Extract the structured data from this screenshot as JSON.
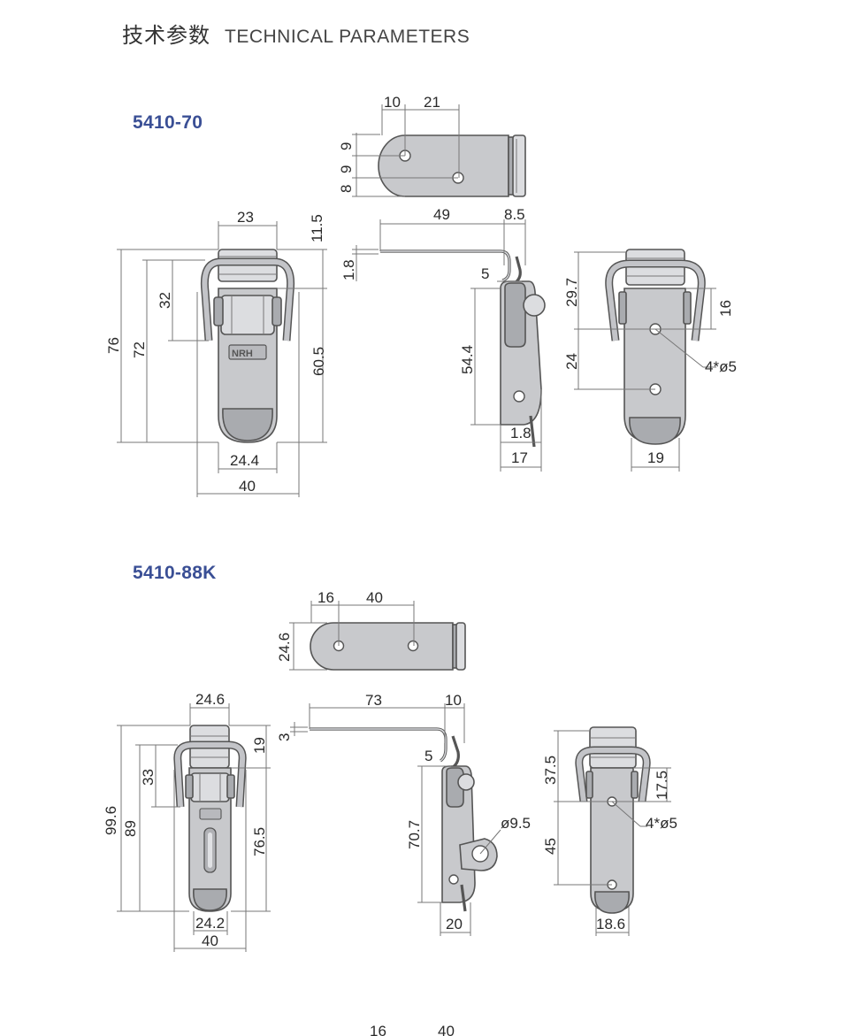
{
  "header": {
    "title_cn": "技术参数",
    "title_en": "TECHNICAL PARAMETERS"
  },
  "models": [
    {
      "name": "5410-70",
      "dims": {
        "plate_d1": "10",
        "plate_d2": "21",
        "plate_h1": "9",
        "plate_h2": "9",
        "plate_h3": "8",
        "front_top": "23",
        "front_total": "76",
        "front_72": "72",
        "front_32": "32",
        "front_115": "11.5",
        "front_605": "60.5",
        "front_244": "24.4",
        "front_40": "40",
        "side_49": "49",
        "side_85": "8.5",
        "side_18a": "1.8",
        "side_5": "5",
        "side_544": "54.4",
        "side_18b": "1.8",
        "side_17": "17",
        "rear_297": "29.7",
        "rear_24": "24",
        "rear_16": "16",
        "rear_holes": "4*ø5",
        "rear_19": "19"
      }
    },
    {
      "name": "5410-88K",
      "dims": {
        "plate_d1": "16",
        "plate_d2": "40",
        "plate_h": "24.6",
        "front_top": "24.6",
        "front_996": "99.6",
        "front_89": "89",
        "front_33": "33",
        "front_19": "19",
        "front_765": "76.5",
        "front_242": "24.2",
        "front_40": "40",
        "side_73": "73",
        "side_10": "10",
        "side_3": "3",
        "side_5": "5",
        "side_707": "70.7",
        "side_hole": "ø9.5",
        "side_20": "20",
        "rear_375": "37.5",
        "rear_45": "45",
        "rear_175": "17.5",
        "rear_holes": "4*ø5",
        "rear_186": "18.6"
      }
    }
  ],
  "footer_partial": {
    "d1": "16",
    "d2": "40"
  },
  "colors": {
    "model_label": "#3a4f95",
    "part_fill": "#c8c9cc",
    "dim_line": "#777777"
  }
}
